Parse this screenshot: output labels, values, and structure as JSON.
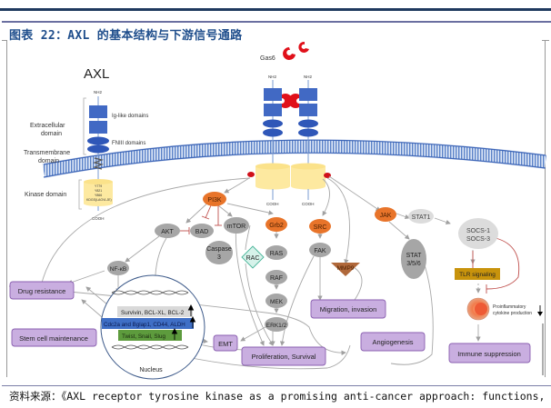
{
  "header": {
    "title": "图表 22：AXL 的基本结构与下游信号通路"
  },
  "diagram": {
    "axl_label": "AXL",
    "ligand": "Gas6",
    "structure": {
      "nh2": "NH2",
      "cooh": "COOH",
      "ig_box": "Ig-like domains",
      "fn_box": "FNIII domain",
      "ig_domains": "Ig-like domains",
      "fn_domains": "FNIII domains",
      "extracellular_1": "Extracellular",
      "extracellular_2": "domain",
      "transmembrane_1": "Transmembrane",
      "transmembrane_2": "domain",
      "kinase_domain": "Kinase domain",
      "kinase_residues": [
        "Y779",
        "Y821",
        "Y866",
        "KDGS(LAGVLJE)"
      ]
    },
    "nodes": {
      "pi3k": "PI3K",
      "akt": "AKT",
      "bad": "BAD",
      "mtor": "mTOR",
      "caspase_1": "Caspase",
      "caspase_2": "3",
      "grb2": "Grb2",
      "ras": "RAS",
      "raf": "RAF",
      "mek": "MEK",
      "erk": "ERK1/2",
      "rac": "RAC",
      "src": "SRC",
      "fak": "FAK",
      "mmp9": "MMP9",
      "jak": "JAK",
      "stat1": "STAT1",
      "stat356_1": "STAT",
      "stat356_2": "3/5/6",
      "socs_1": "SOCS-1",
      "socs_2": "SOCS-3",
      "tlr": "TLR signaling",
      "cytokine_1": "Proinflammatory",
      "cytokine_2": "cytokine production",
      "nfkb": "NF-κB",
      "nucleus": "Nucleus"
    },
    "genes": {
      "row1": "Survivin, BCL-XL, BCL-2",
      "row2": "Cdc2a and Bglap1, CD44, ALDH",
      "row3": "Twist, Snail, Slug"
    },
    "outcomes": {
      "drug_resistance": "Drug resistance",
      "stem_cell": "Stem cell maintenance",
      "emt": "EMT",
      "proliferation": "Proliferation, Survival",
      "migration": "Migration, invasion",
      "angiogenesis": "Angiogenesis",
      "immune": "Immune suppression"
    },
    "colors": {
      "orange_node": "#e8742a",
      "gray_node": "#a6a6a6",
      "light_gray_node": "#dcdcdc",
      "outcome_fill": "#c9aee0",
      "outcome_border": "#8a5fb0",
      "receptor_blue": "#4169c4",
      "kinase_yellow": "#fde9a0",
      "gas6_red": "#e0101a",
      "tlr_gold": "#c8930c",
      "mmp9_brown": "#b0683a",
      "gene_gray": "#d9d9d9",
      "gene_blue": "#3f6fc6",
      "gene_green": "#5d9b3d"
    }
  },
  "source": {
    "text": "资料来源：《AXL receptor tyrosine kinase as a promising anti-cancer approach: functions,"
  }
}
